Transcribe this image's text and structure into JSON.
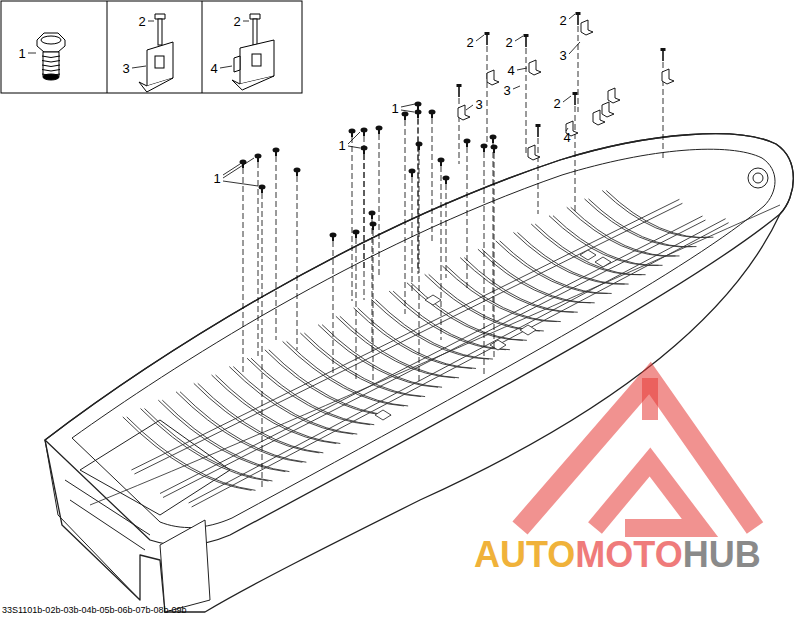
{
  "diagram": {
    "labels": [
      "1",
      "2",
      "3",
      "2",
      "4",
      "2",
      "2",
      "2",
      "3",
      "4",
      "3",
      "3",
      "2",
      "1",
      "4",
      "1",
      "1",
      "AUTO",
      "MOTO",
      "HUB",
      "33S1101b-02b-03b-04b-05b-06b-07b-08b-09b"
    ]
  }
}
